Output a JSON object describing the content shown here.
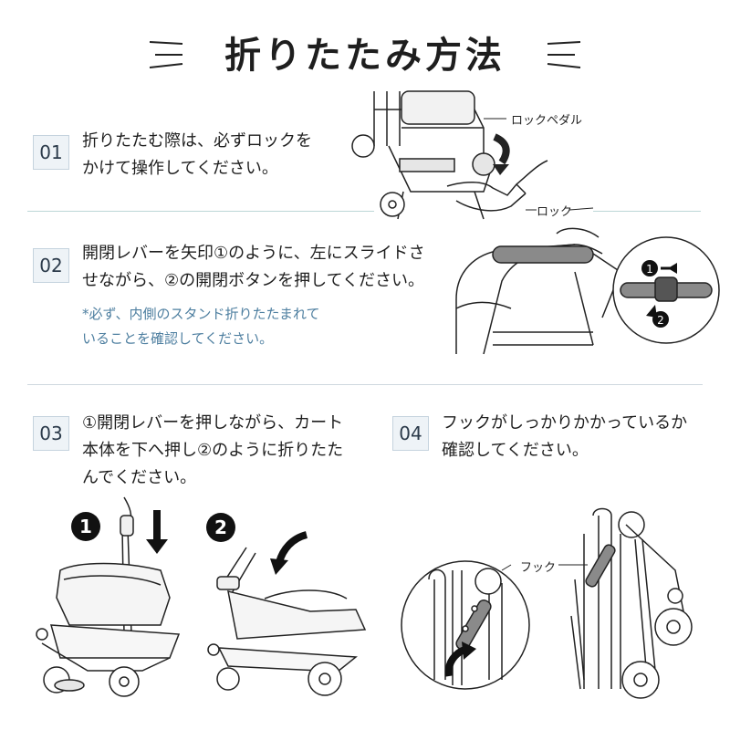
{
  "title": "折りたたみ方法",
  "steps": [
    {
      "number": "01",
      "text_lines": [
        "折りたたむ際は、必ずロックを",
        "かけて操作してください。"
      ]
    },
    {
      "number": "02",
      "text_lines": [
        "開閉レバーを矢印①のように、左にスライドさ",
        "せながら、②の開閉ボタンを押してください。"
      ],
      "note_lines": [
        "*必ず、内側のスタンド折りたたまれて",
        "いることを確認してください。"
      ]
    },
    {
      "number": "03",
      "text_lines": [
        "①開閉レバーを押しながら、カート",
        "本体を下へ押し②のように折りたた",
        "んでください。"
      ]
    },
    {
      "number": "04",
      "text_lines": [
        "フックがしっかりかかっているか",
        "確認してください。"
      ]
    }
  ],
  "callouts": {
    "lock_pedal": "ロックペダル",
    "lock": "ロック",
    "hook": "フック"
  },
  "markers": {
    "one": "1",
    "two": "2"
  },
  "colors": {
    "badge_bg": "#eef3f7",
    "badge_border": "#c5d3de",
    "note": "#4e7fa0"
  }
}
